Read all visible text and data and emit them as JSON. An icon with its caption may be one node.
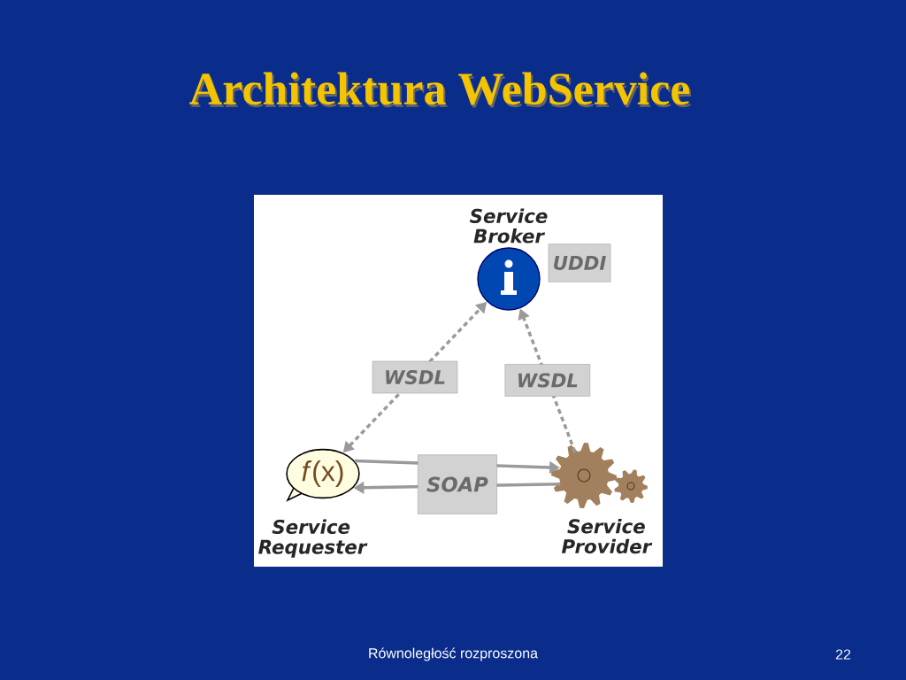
{
  "diagram": {
    "title": "Architektura WebService",
    "nodes": [
      {
        "text": [
          "Service Broker"
        ],
        "beside": [
          "UDDI"
        ]
      },
      {
        "text": [
          "*f*(x)",
          "Service Requester"
        ]
      },
      {
        "text": [
          "Service Provider"
        ]
      }
    ],
    "edges": [
      {
        "from": 1,
        "to": 0,
        "arrow": "both",
        "label": "WSDL",
        "style": "dashed"
      },
      {
        "from": 2,
        "to": 0,
        "arrow": "to",
        "label": "WSDL",
        "style": "dashed"
      },
      {
        "from": 1,
        "to": 2,
        "arrow": "to",
        "label": "SOAP"
      },
      {
        "from": 2,
        "to": 1,
        "arrow": "to"
      }
    ],
    "labels": [
      "Równoległość rozproszona",
      "22"
    ]
  }
}
